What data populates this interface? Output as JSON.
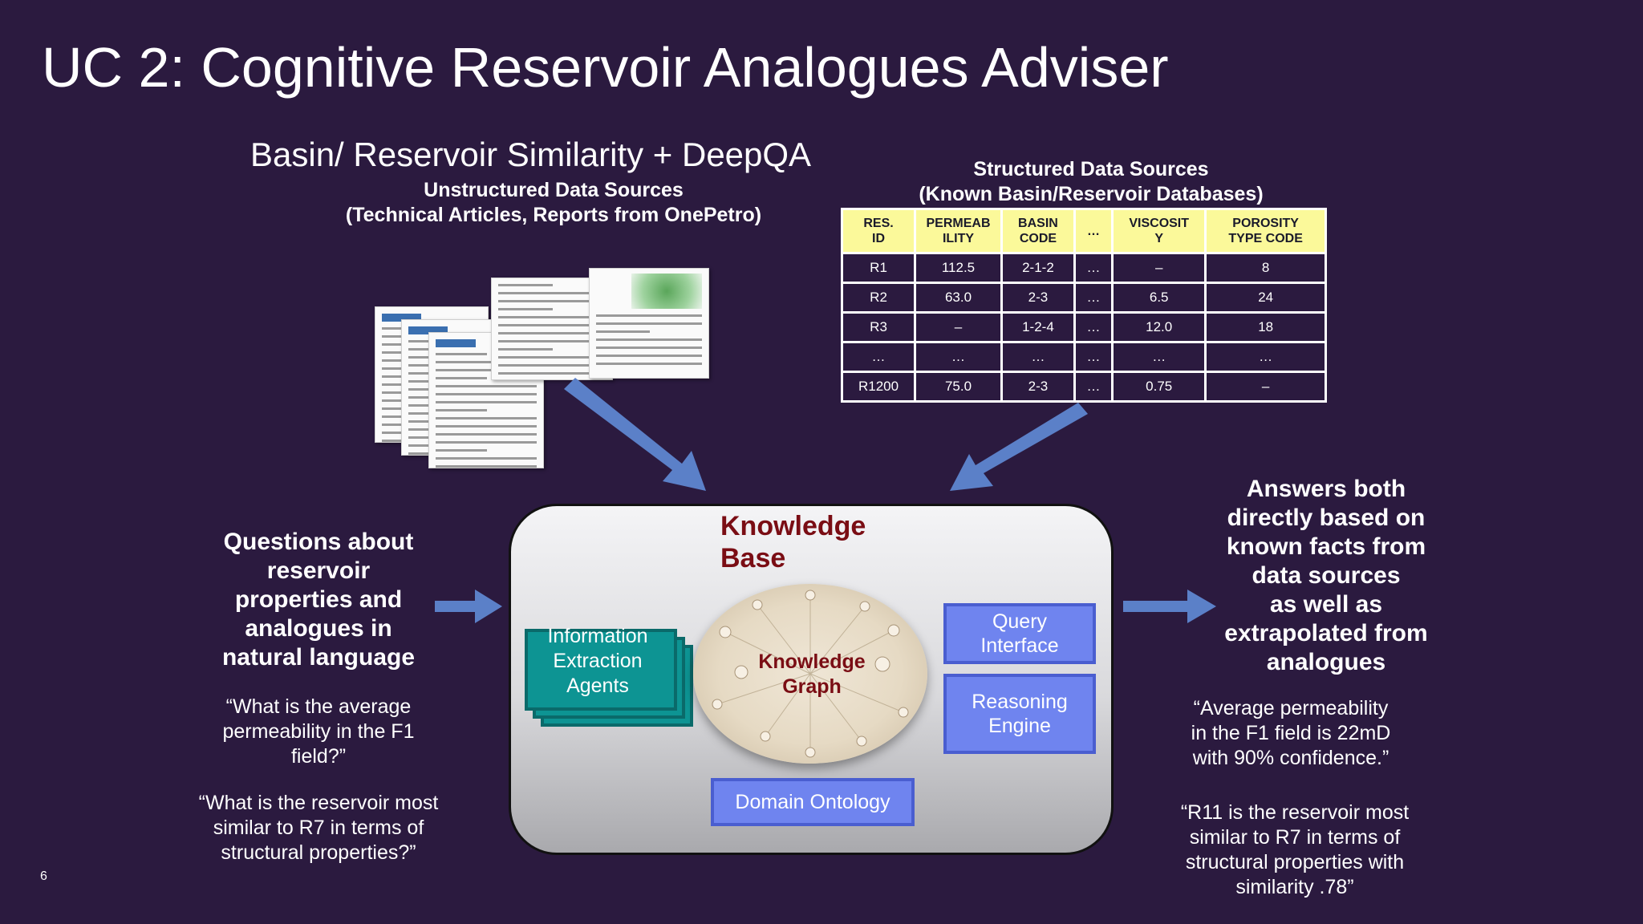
{
  "slide": {
    "title": "UC 2: Cognitive Reservoir Analogues Adviser",
    "subtitle": "Basin/ Reservoir Similarity + DeepQA",
    "page_number": "6"
  },
  "unstructured": {
    "line1": "Unstructured Data Sources",
    "line2": "(Technical Articles, Reports from OnePetro)"
  },
  "structured": {
    "line1": "Structured Data Sources",
    "line2": "(Known Basin/Reservoir Databases)",
    "table": {
      "headers": [
        [
          "RES.",
          "ID"
        ],
        [
          "PERMEAB",
          "ILITY"
        ],
        [
          "BASIN",
          "CODE"
        ],
        [
          "…",
          ""
        ],
        [
          "VISCOSIT",
          "Y"
        ],
        [
          "POROSITY",
          "TYPE CODE"
        ]
      ],
      "rows": [
        [
          "R1",
          "112.5",
          "2-1-2",
          "…",
          "–",
          "8"
        ],
        [
          "R2",
          "63.0",
          "2-3",
          "…",
          "6.5",
          "24"
        ],
        [
          "R3",
          "–",
          "1-2-4",
          "…",
          "12.0",
          "18"
        ],
        [
          "…",
          "…",
          "…",
          "…",
          "…",
          "…"
        ],
        [
          "R1200",
          "75.0",
          "2-3",
          "…",
          "0.75",
          "–"
        ]
      ],
      "header_color": "#fbf99a"
    }
  },
  "left": {
    "heading": [
      "Questions about",
      "reservoir",
      "properties and",
      "analogues in",
      "natural language"
    ],
    "q1": [
      "“What is the average",
      "permeability in the F1",
      "field?”"
    ],
    "q2": [
      "“What is the reservoir most",
      "similar to R7 in terms of",
      "structural properties?”"
    ]
  },
  "right": {
    "heading": [
      "Answers both",
      "directly based on",
      "known facts from",
      "data sources",
      "as well as",
      "extrapolated from",
      "analogues"
    ],
    "a1": [
      "“Average permeability",
      "in the F1 field is 22mD",
      "with 90% confidence.”"
    ],
    "a2": [
      "“R11 is the reservoir most",
      "similar to R7 in terms of",
      "structural properties with",
      "similarity .78”"
    ]
  },
  "knowledge_base": {
    "title": [
      "Knowledge",
      "Base"
    ],
    "graph_label": [
      "Knowledge",
      "Graph"
    ],
    "information_extraction": [
      "Information",
      "Extraction",
      "Agents"
    ],
    "query_interface": [
      "Query",
      "Interface"
    ],
    "reasoning_engine": [
      "Reasoning",
      "Engine"
    ],
    "domain_ontology": "Domain Ontology"
  },
  "colors": {
    "background": "#2b1a3f",
    "arrow": "#5b80c8",
    "kb_title": "#7a0d14",
    "teal": "#0d9493",
    "blue_box": "#6f84ef"
  }
}
